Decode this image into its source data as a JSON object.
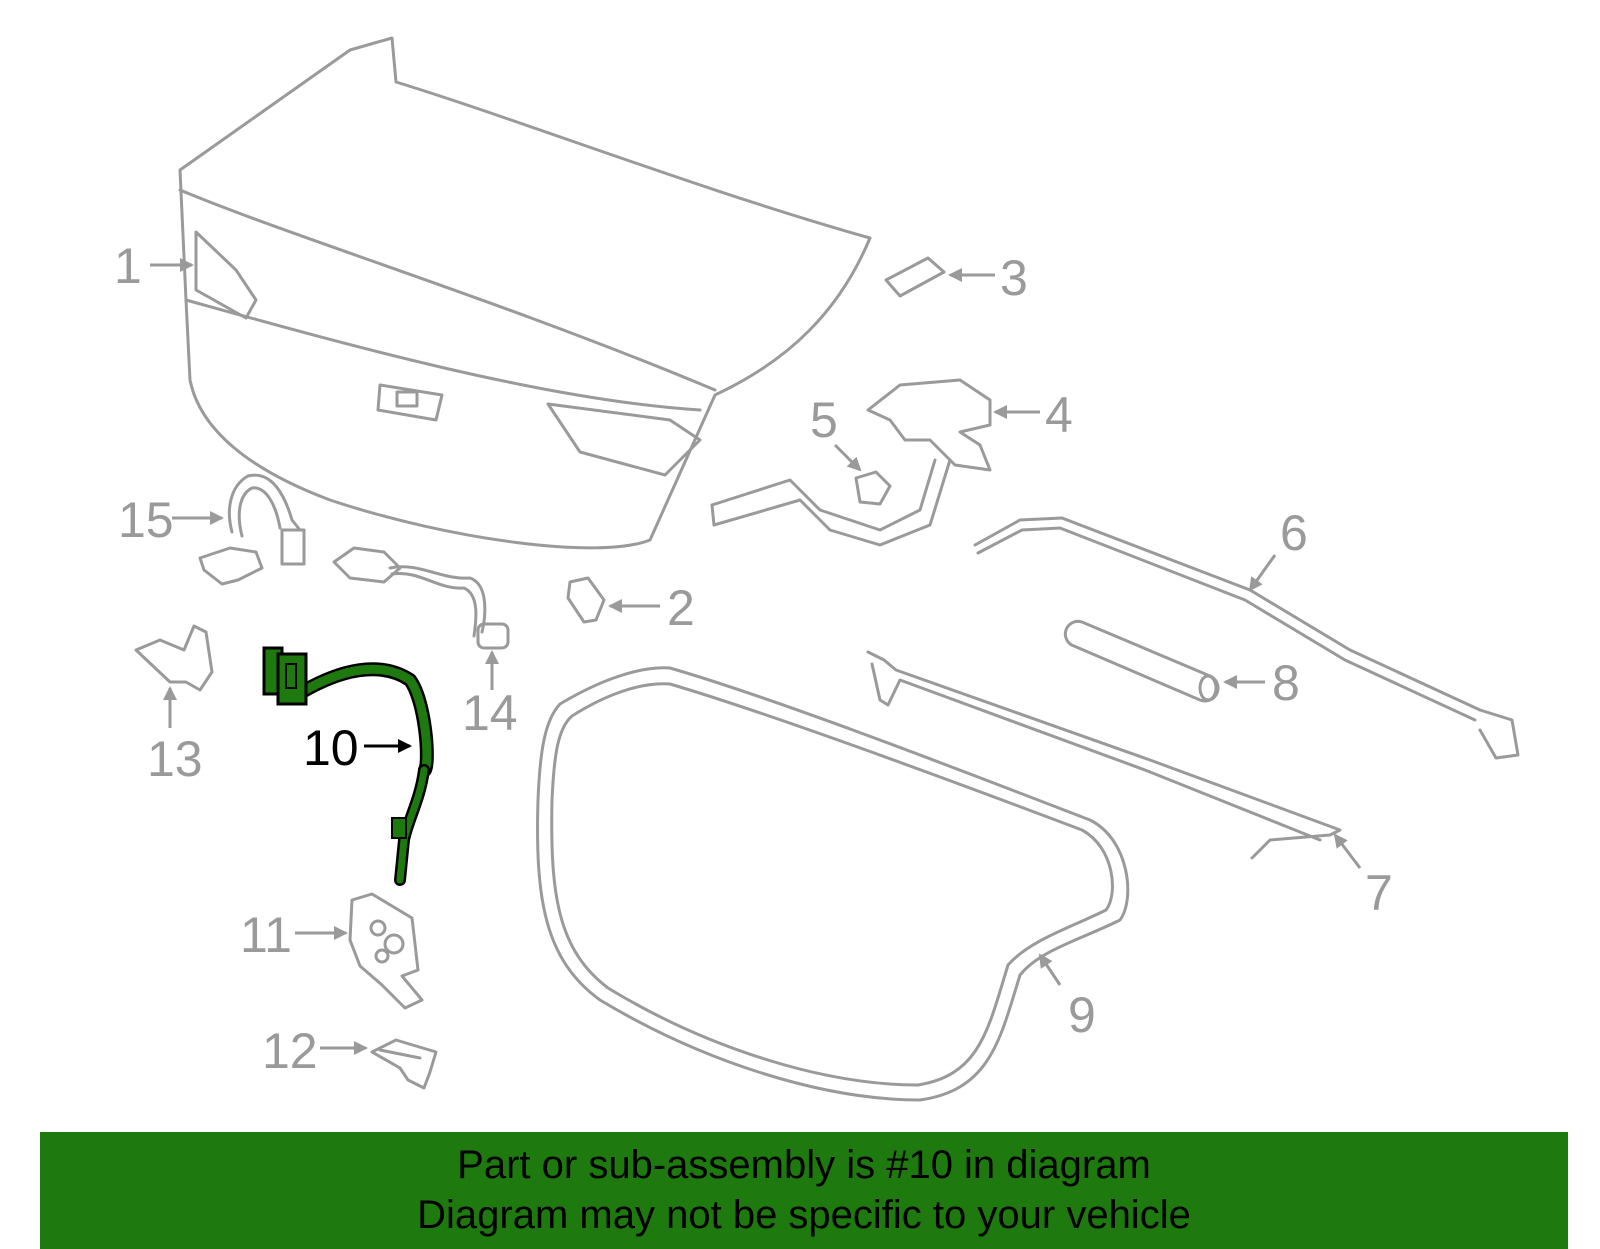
{
  "diagram": {
    "highlight_color": "#1e7a0f",
    "part_color": "#9a9a9a",
    "highlighted_part": "10",
    "callouts": [
      "1",
      "2",
      "3",
      "4",
      "5",
      "6",
      "7",
      "8",
      "9",
      "10",
      "11",
      "12",
      "13",
      "14",
      "15"
    ]
  },
  "banner": {
    "line1": "Part or sub-assembly is #10 in diagram",
    "line2": "Diagram may not be specific to your vehicle",
    "background": "#1e7a0f"
  }
}
